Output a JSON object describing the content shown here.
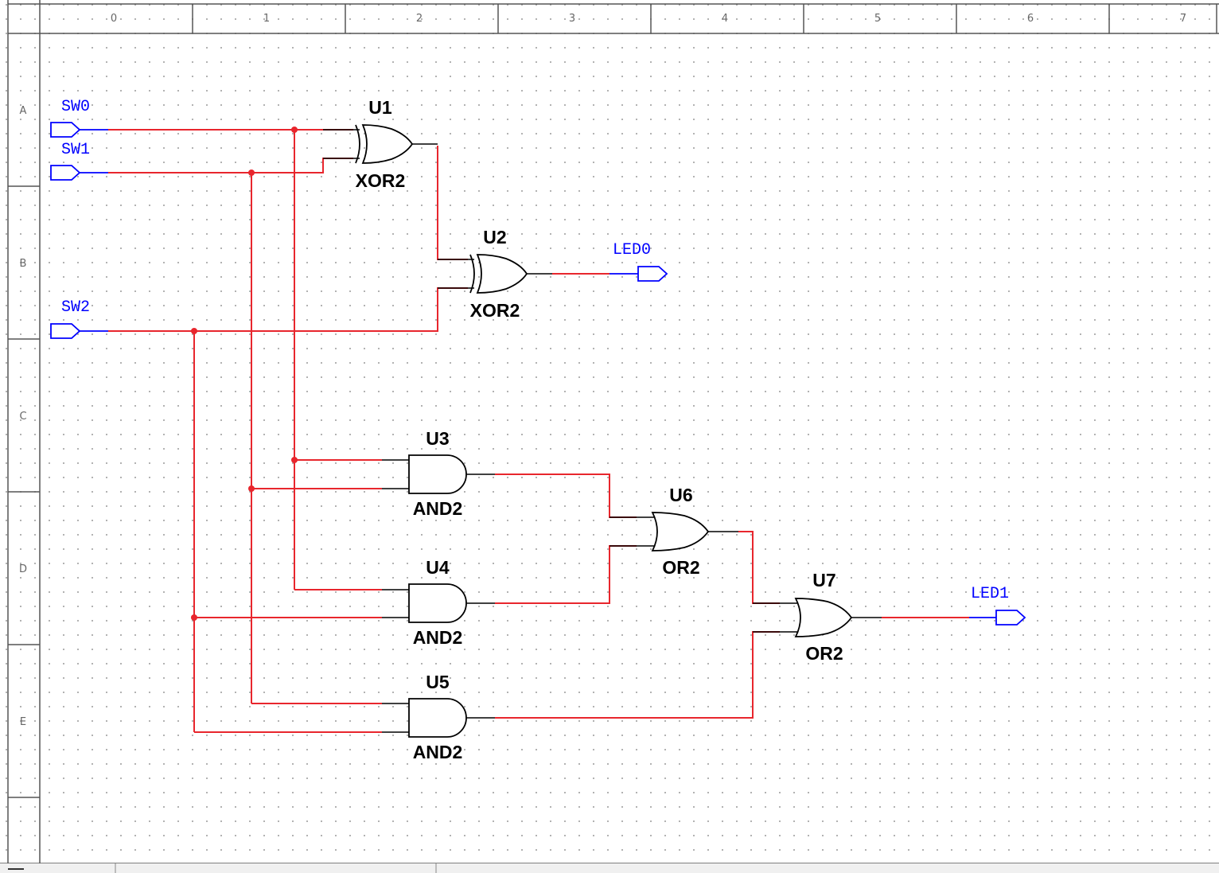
{
  "ruler": {
    "columns": [
      "0",
      "1",
      "2",
      "3",
      "4",
      "5",
      "6",
      "7"
    ],
    "rows": [
      "A",
      "B",
      "C",
      "D",
      "E"
    ]
  },
  "ports": {
    "sw0": "SW0",
    "sw1": "SW1",
    "sw2": "SW2",
    "led0": "LED0",
    "led1": "LED1"
  },
  "components": {
    "u1": {
      "ref": "U1",
      "type": "XOR2"
    },
    "u2": {
      "ref": "U2",
      "type": "XOR2"
    },
    "u3": {
      "ref": "U3",
      "type": "AND2"
    },
    "u4": {
      "ref": "U4",
      "type": "AND2"
    },
    "u5": {
      "ref": "U5",
      "type": "AND2"
    },
    "u6": {
      "ref": "U6",
      "type": "OR2"
    },
    "u7": {
      "ref": "U7",
      "type": "OR2"
    }
  },
  "colors": {
    "wire": "#e8262d",
    "port": "#0000ff",
    "grid_dot": "#9a9a9a",
    "gate_outline": "#000000"
  }
}
